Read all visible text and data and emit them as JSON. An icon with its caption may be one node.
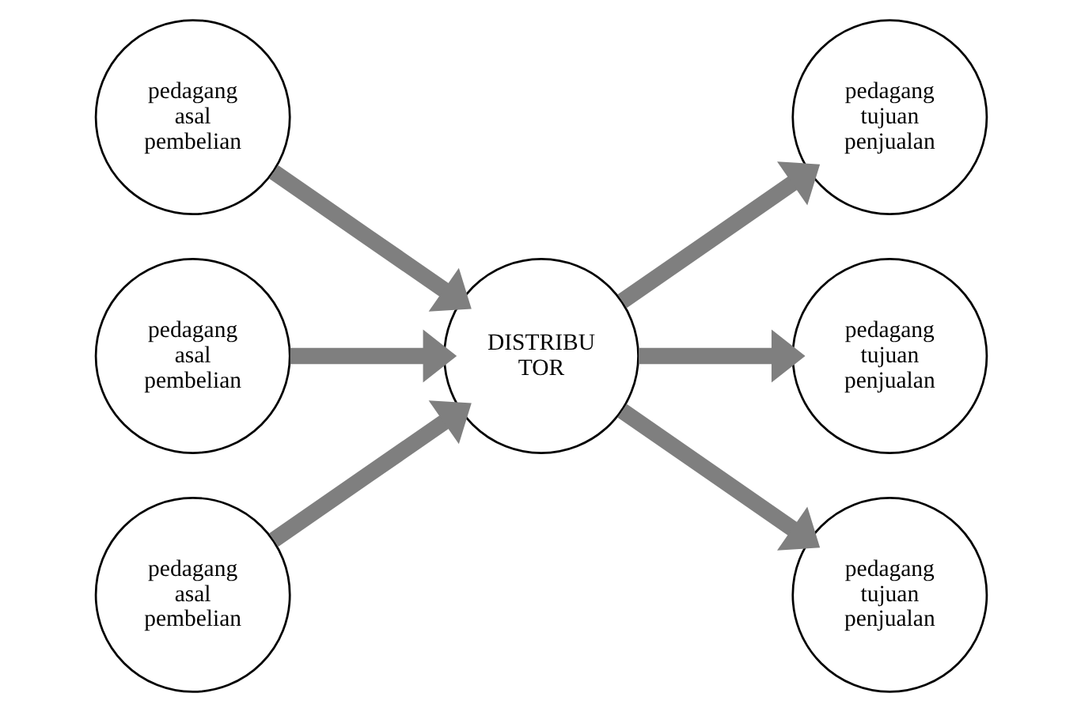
{
  "diagram": {
    "nodes": [
      {
        "text": [
          "pedagang asal pembelian"
        ]
      },
      {
        "text": [
          "pedagang asal pembelian"
        ]
      },
      {
        "text": [
          "pedagang asal pembelian"
        ]
      },
      {
        "text": [
          "DISTRIBU TOR"
        ]
      },
      {
        "text": [
          "pedagang tujuan penjualan"
        ]
      },
      {
        "text": [
          "pedagang tujuan penjualan"
        ]
      },
      {
        "text": [
          "pedagang tujuan penjualan"
        ]
      }
    ],
    "edges": [
      {
        "from": 0,
        "to": 3,
        "arrow": "to"
      },
      {
        "from": 1,
        "to": 3,
        "arrow": "to"
      },
      {
        "from": 2,
        "to": 3,
        "arrow": "to"
      },
      {
        "from": 3,
        "to": 4,
        "arrow": "to"
      },
      {
        "from": 3,
        "to": 5,
        "arrow": "to"
      },
      {
        "from": 3,
        "to": 6,
        "arrow": "to"
      }
    ]
  }
}
